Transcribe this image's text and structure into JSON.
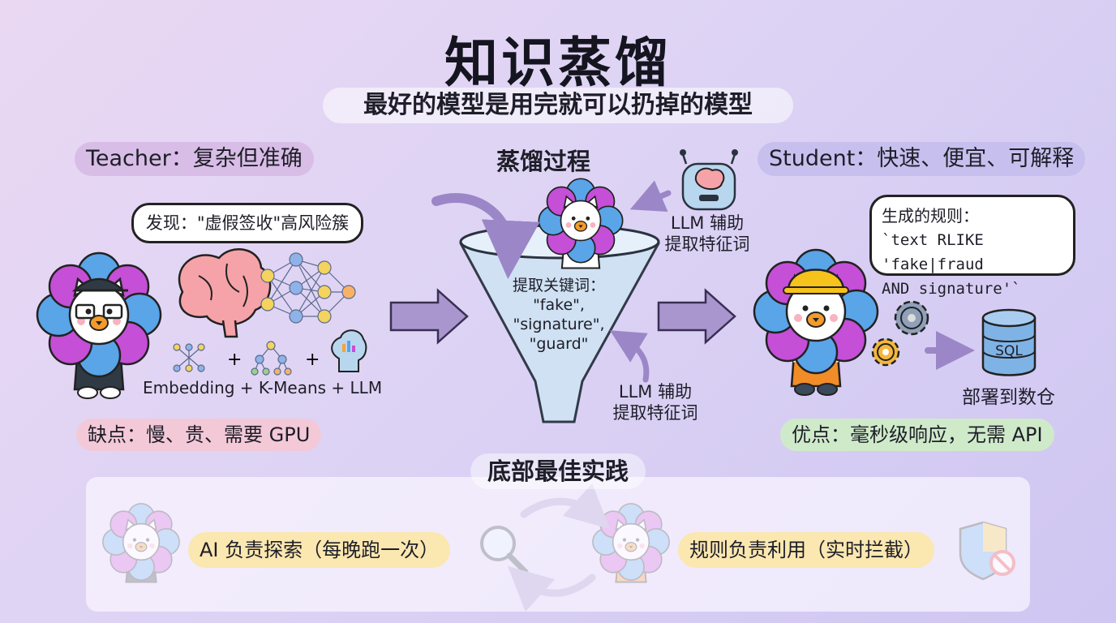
{
  "title": "知识蒸馏",
  "subtitle": "最好的模型是用完就可以扔掉的模型",
  "teacher": {
    "heading": "Teacher：复杂但准确",
    "bubble": "发现：\"虚假签收\"高风险簇",
    "tools_label": "Embedding + K-Means + LLM",
    "cons": "缺点：慢、贵、需要 GPU"
  },
  "process": {
    "heading": "蒸馏过程",
    "funnel_title": "提取关键词：",
    "keywords": [
      "\"fake\",",
      "\"signature\",",
      "\"guard\""
    ],
    "llm_top": [
      "LLM 辅助",
      "提取特征词"
    ],
    "llm_bottom": [
      "LLM 辅助",
      "提取特征词"
    ]
  },
  "student": {
    "heading": "Student：快速、便宜、可解释",
    "bubble_title": "生成的规则：",
    "rule_lines": [
      "`text RLIKE 'fake|fraud",
      "AND signature'`"
    ],
    "deploy_label": "部署到数仓",
    "db_label": "SQL",
    "pros": "优点：毫秒级响应，无需 API"
  },
  "best_practice": {
    "heading": "底部最佳实践",
    "left": "AI 负责探索（每晚跑一次）",
    "right": "规则负责利用（实时拦截）"
  },
  "colors": {
    "petal_blue": "#5aa4e8",
    "petal_purple": "#c54fd6",
    "arrow": "#9b86c7",
    "funnel": "#cfe2f2"
  }
}
